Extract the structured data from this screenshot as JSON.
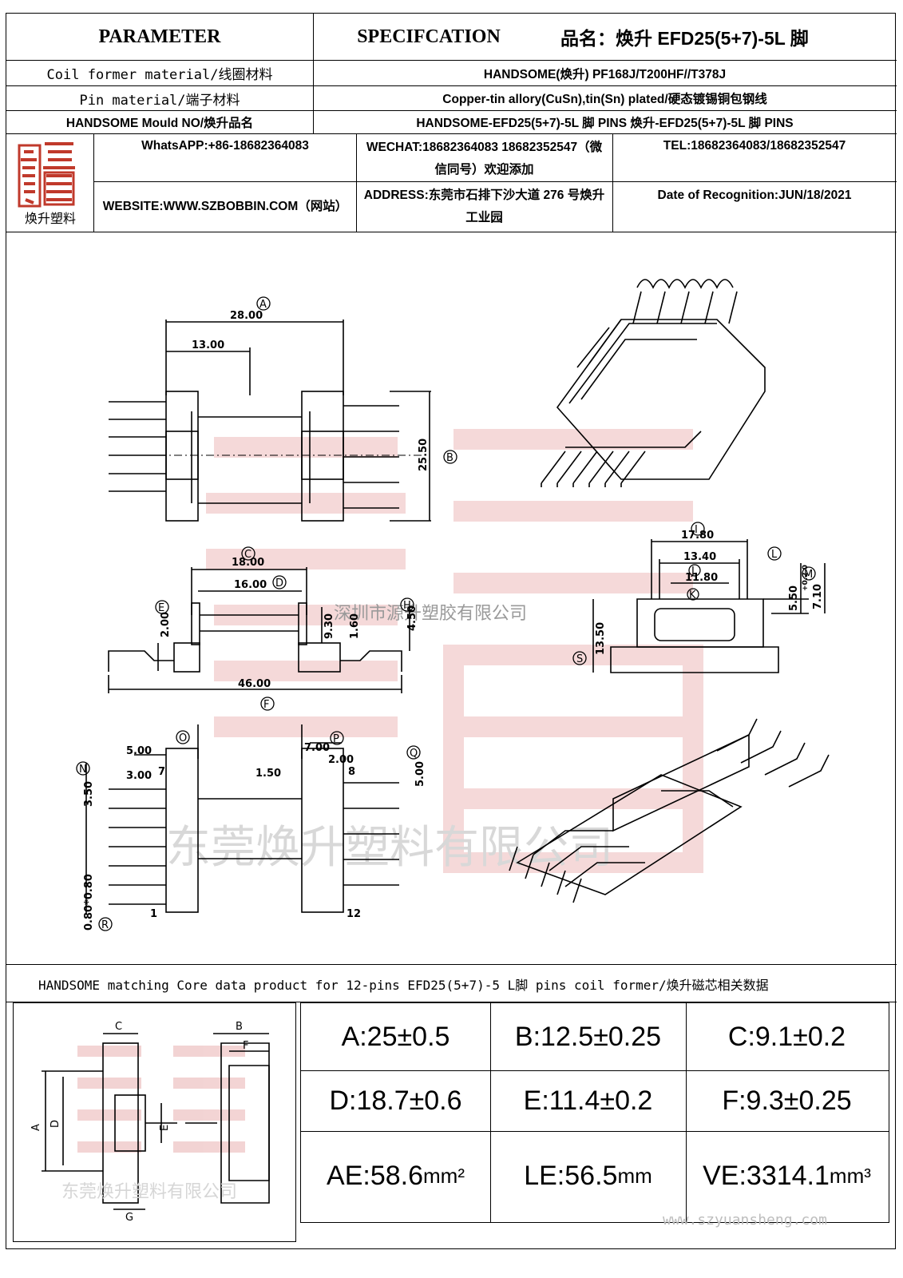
{
  "header": {
    "parameter_label": "PARAMETER",
    "spec_label": "SPECIFCATION",
    "product_name": "品名：焕升 EFD25(5+7)-5L 脚"
  },
  "rows": [
    {
      "label": "Coil former material/线圈材料",
      "value": "HANDSOME(焕升)  PF168J/T200HF//T378J"
    },
    {
      "label": "Pin material/端子材料",
      "value": "Copper-tin allory(CuSn),tin(Sn) plated/硬态镀锡铜包钢线"
    },
    {
      "label": "HANDSOME Mould NO/焕升品名",
      "value": "HANDSOME-EFD25(5+7)-5L 脚 PINS   焕升-EFD25(5+7)-5L 脚 PINS"
    }
  ],
  "logo": {
    "caption": "焕升塑料",
    "mark_color": "#c0392b"
  },
  "contact": {
    "whatsapp": "WhatsAPP:+86-18682364083",
    "wechat": "WECHAT:18682364083 18682352547（微信同号）欢迎添加",
    "tel": "TEL:18682364083/18682352547",
    "website": "WEBSITE:WWW.SZBOBBIN.COM（网站）",
    "address": "ADDRESS:东莞市石排下沙大道 276 号焕升工业园",
    "date": "Date of Recognition:JUN/18/2021"
  },
  "drawing": {
    "dims": {
      "A": "28.00",
      "A2": "13.00",
      "B": "25.50",
      "C": "18.00",
      "D": "16.00",
      "E": "2.00",
      "H1": "9.30",
      "H2": "1.60",
      "H": "4.50",
      "F": "46.00",
      "I": "17.80",
      "J": "13.40",
      "K": "11.80",
      "L": "5.50",
      "L_tol": "+0.2 0",
      "M": "7.10",
      "S": "13.50",
      "O": "5.00",
      "O2": "3.00",
      "P": "7.00",
      "P2": "2.00",
      "P3": "1.50",
      "Q": "5.00",
      "N": "3.50",
      "R": "0.80*0.80"
    },
    "letters": [
      "A",
      "B",
      "C",
      "D",
      "E",
      "F",
      "H",
      "I",
      "J",
      "K",
      "L",
      "M",
      "S",
      "O",
      "P",
      "Q",
      "N",
      "R"
    ],
    "pin_labels": {
      "p7": "7",
      "p8": "8",
      "p1": "1",
      "p12": "12"
    },
    "watermarks": {
      "cn1": "深圳市源升塑胶有限公司",
      "cn2": "东莞焕升塑料有限公司",
      "cn3": "东莞焕升塑料有限公司",
      "url": "www.szyuansheng.com"
    }
  },
  "core_caption": "HANDSOME matching Core data  product for 12-pins EFD25(5+7)-5 L脚 pins coil former/焕升磁芯相关数据",
  "core_fig_labels": [
    "A",
    "D",
    "C",
    "E",
    "B",
    "F",
    "G"
  ],
  "core_specs": [
    {
      "text": "A:25±0.5",
      "unit": ""
    },
    {
      "text": "B:12.5±0.25",
      "unit": ""
    },
    {
      "text": "C:9.1±0.2",
      "unit": ""
    },
    {
      "text": "D:18.7±0.6",
      "unit": ""
    },
    {
      "text": "E:11.4±0.2",
      "unit": ""
    },
    {
      "text": "F:9.3±0.25",
      "unit": ""
    },
    {
      "text": "AE:58.6",
      "unit": "mm²"
    },
    {
      "text": "LE:56.5",
      "unit": "mm"
    },
    {
      "text": "VE:3314.1",
      "unit": "mm³"
    }
  ]
}
